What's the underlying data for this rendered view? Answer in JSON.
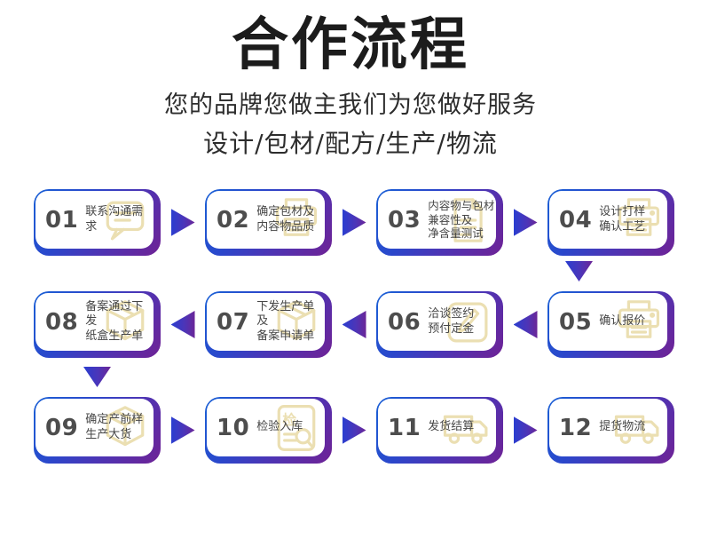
{
  "header": {
    "title": "合作流程",
    "subtitle_line1": "您的品牌您做主我们为您做好服务",
    "subtitle_line2": "设计/包材/配方/生产/物流"
  },
  "steps": [
    {
      "num": "01",
      "label": "联系沟通需求",
      "icon": "chat-bubble-icon"
    },
    {
      "num": "02",
      "label": "确定包材及\n内容物品质",
      "icon": "printer-icon"
    },
    {
      "num": "03",
      "label": "内容物与包材\n兼容性及\n净含量测试",
      "icon": "document-icon"
    },
    {
      "num": "04",
      "label": "设计打样\n确认工艺",
      "icon": "printer-icon"
    },
    {
      "num": "05",
      "label": "确认报价",
      "icon": "printer-icon"
    },
    {
      "num": "06",
      "label": "洽谈签约\n预付定金",
      "icon": "pen-sign-icon"
    },
    {
      "num": "07",
      "label": "下发生产单及\n备案申请单",
      "icon": "box-icon"
    },
    {
      "num": "08",
      "label": "备案通过下发\n纸盒生产单",
      "icon": "box-icon"
    },
    {
      "num": "09",
      "label": "确定产前样\n生产大货",
      "icon": "box-icon"
    },
    {
      "num": "10",
      "label": "检验入库",
      "icon": "inspect-icon",
      "icon_char": "检"
    },
    {
      "num": "11",
      "label": "发货结算",
      "icon": "truck-icon"
    },
    {
      "num": "12",
      "label": "提货物流",
      "icon": "truck-icon"
    }
  ],
  "icons": {
    "arrow_right": "right-gradient-triangle",
    "arrow_left": "left-gradient-triangle",
    "arrow_down": "down-gradient-triangle"
  },
  "colors": {
    "accent_blue": "#1a61d6",
    "accent_purple": "#6f2295",
    "icon_cream": "#ebdfb2",
    "text_dark": "#474747",
    "title_black": "#1c1c1c"
  }
}
